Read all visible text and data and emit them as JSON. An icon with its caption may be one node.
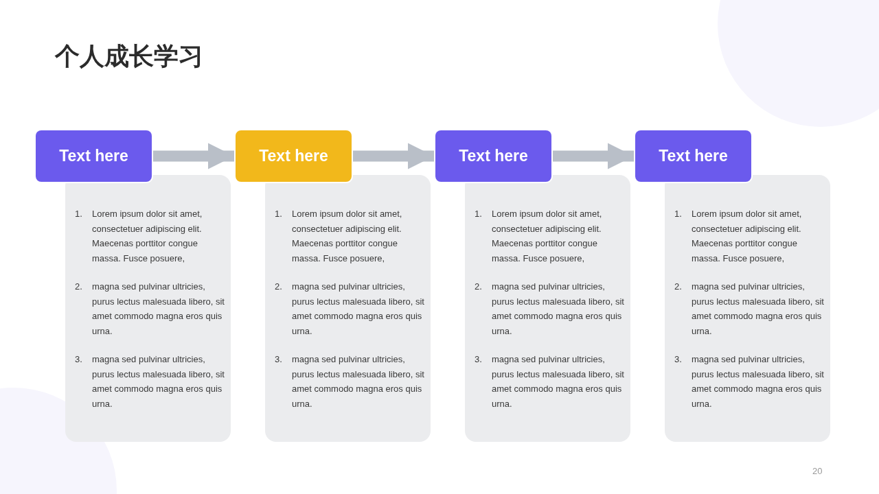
{
  "diagram": {
    "title": "个人成长学习",
    "nodes": [
      {
        "text": [
          "Text here"
        ]
      },
      {
        "text": [
          "1.",
          "Lorem ipsum dolor sit amet, consectetuer adipiscing elit. Maecenas porttitor congue massa. Fusce posuere,",
          "2.",
          "magna sed pulvinar ultricies, purus lectus malesuada libero, sit amet commodo magna eros quis urna.",
          "3.",
          "magna sed pulvinar ultricies, purus lectus malesuada libero, sit amet commodo magna eros quis urna."
        ]
      },
      {
        "text": [
          "Text here"
        ]
      },
      {
        "text": [
          "1.",
          "Lorem ipsum dolor sit amet, consectetuer adipiscing elit. Maecenas porttitor congue massa. Fusce posuere,",
          "2.",
          "magna sed pulvinar ultricies, purus lectus malesuada libero, sit amet commodo magna eros quis urna.",
          "3.",
          "magna sed pulvinar ultricies, purus lectus malesuada libero, sit amet commodo magna eros quis urna."
        ]
      },
      {
        "text": [
          "Text here"
        ]
      },
      {
        "text": [
          "1.",
          "Lorem ipsum dolor sit amet, consectetuer adipiscing elit. Maecenas porttitor congue massa. Fusce posuere,",
          "2.",
          "magna sed pulvinar ultricies, purus lectus malesuada libero, sit amet commodo magna eros quis urna.",
          "3.",
          "magna sed pulvinar ultricies, purus lectus malesuada libero, sit amet commodo magna eros quis urna."
        ]
      },
      {
        "text": [
          "Text here"
        ]
      },
      {
        "text": [
          "1.",
          "Lorem ipsum dolor sit amet, consectetuer adipiscing elit. Maecenas porttitor congue massa. Fusce posuere,",
          "2.",
          "magna sed pulvinar ultricies, purus lectus malesuada libero, sit amet commodo magna eros quis urna.",
          "3.",
          "magna sed pulvinar ultricies, purus lectus malesuada libero, sit amet commodo magna eros quis urna."
        ]
      }
    ],
    "edges": [
      {
        "from": 0,
        "to": 2,
        "arrow": "to"
      },
      {
        "from": 2,
        "to": 4,
        "arrow": "to"
      },
      {
        "from": 4,
        "to": 6,
        "arrow": "to"
      }
    ],
    "labels": [
      "20"
    ]
  }
}
